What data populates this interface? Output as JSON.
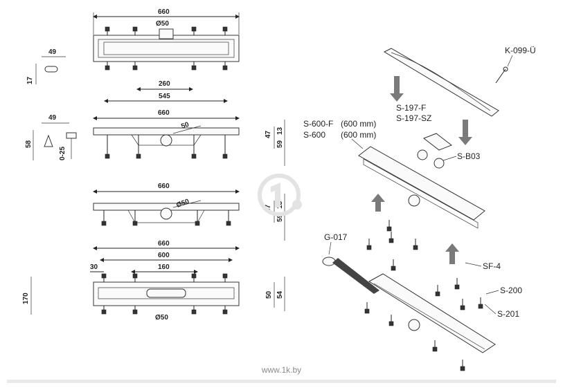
{
  "diagram": {
    "top_view_1": {
      "width_label": "660",
      "outlet_label": "Ø50"
    },
    "end_view_1": {
      "w": "49",
      "h": "17"
    },
    "side_view_1": {
      "d260": "260",
      "d545": "545",
      "d660": "660",
      "outlet_label": "50",
      "h47": "47",
      "h59": "59",
      "h13": "13"
    },
    "end_view_2": {
      "w": "49",
      "h58": "58",
      "h025": "0-25"
    },
    "side_view_2": {
      "d660": "660",
      "outlet_label": "Ø50",
      "h47": "47",
      "h59": "59",
      "h13": "13"
    },
    "bottom_view": {
      "d660": "660",
      "d600": "600",
      "d30": "30",
      "d160": "160",
      "d170": "170",
      "outlet_label": "Ø50",
      "h50": "50",
      "h54": "54"
    },
    "parts": {
      "k099": "K-099-Ü",
      "s197f": "S-197-F",
      "s197sz": "S-197-SZ",
      "s600f": "S-600-F",
      "s600f_size": "(600 mm)",
      "s600": "S-600",
      "s600_size": "(600 mm)",
      "sb03": "S-B03",
      "g017": "G-017",
      "sf4": "SF-4",
      "s200": "S-200",
      "s201": "S-201"
    }
  },
  "footer": {
    "site": "www.1k.by"
  },
  "colors": {
    "arrow": "#7a7a7a",
    "line": "#222222",
    "watermark": "#e3e3e3"
  }
}
